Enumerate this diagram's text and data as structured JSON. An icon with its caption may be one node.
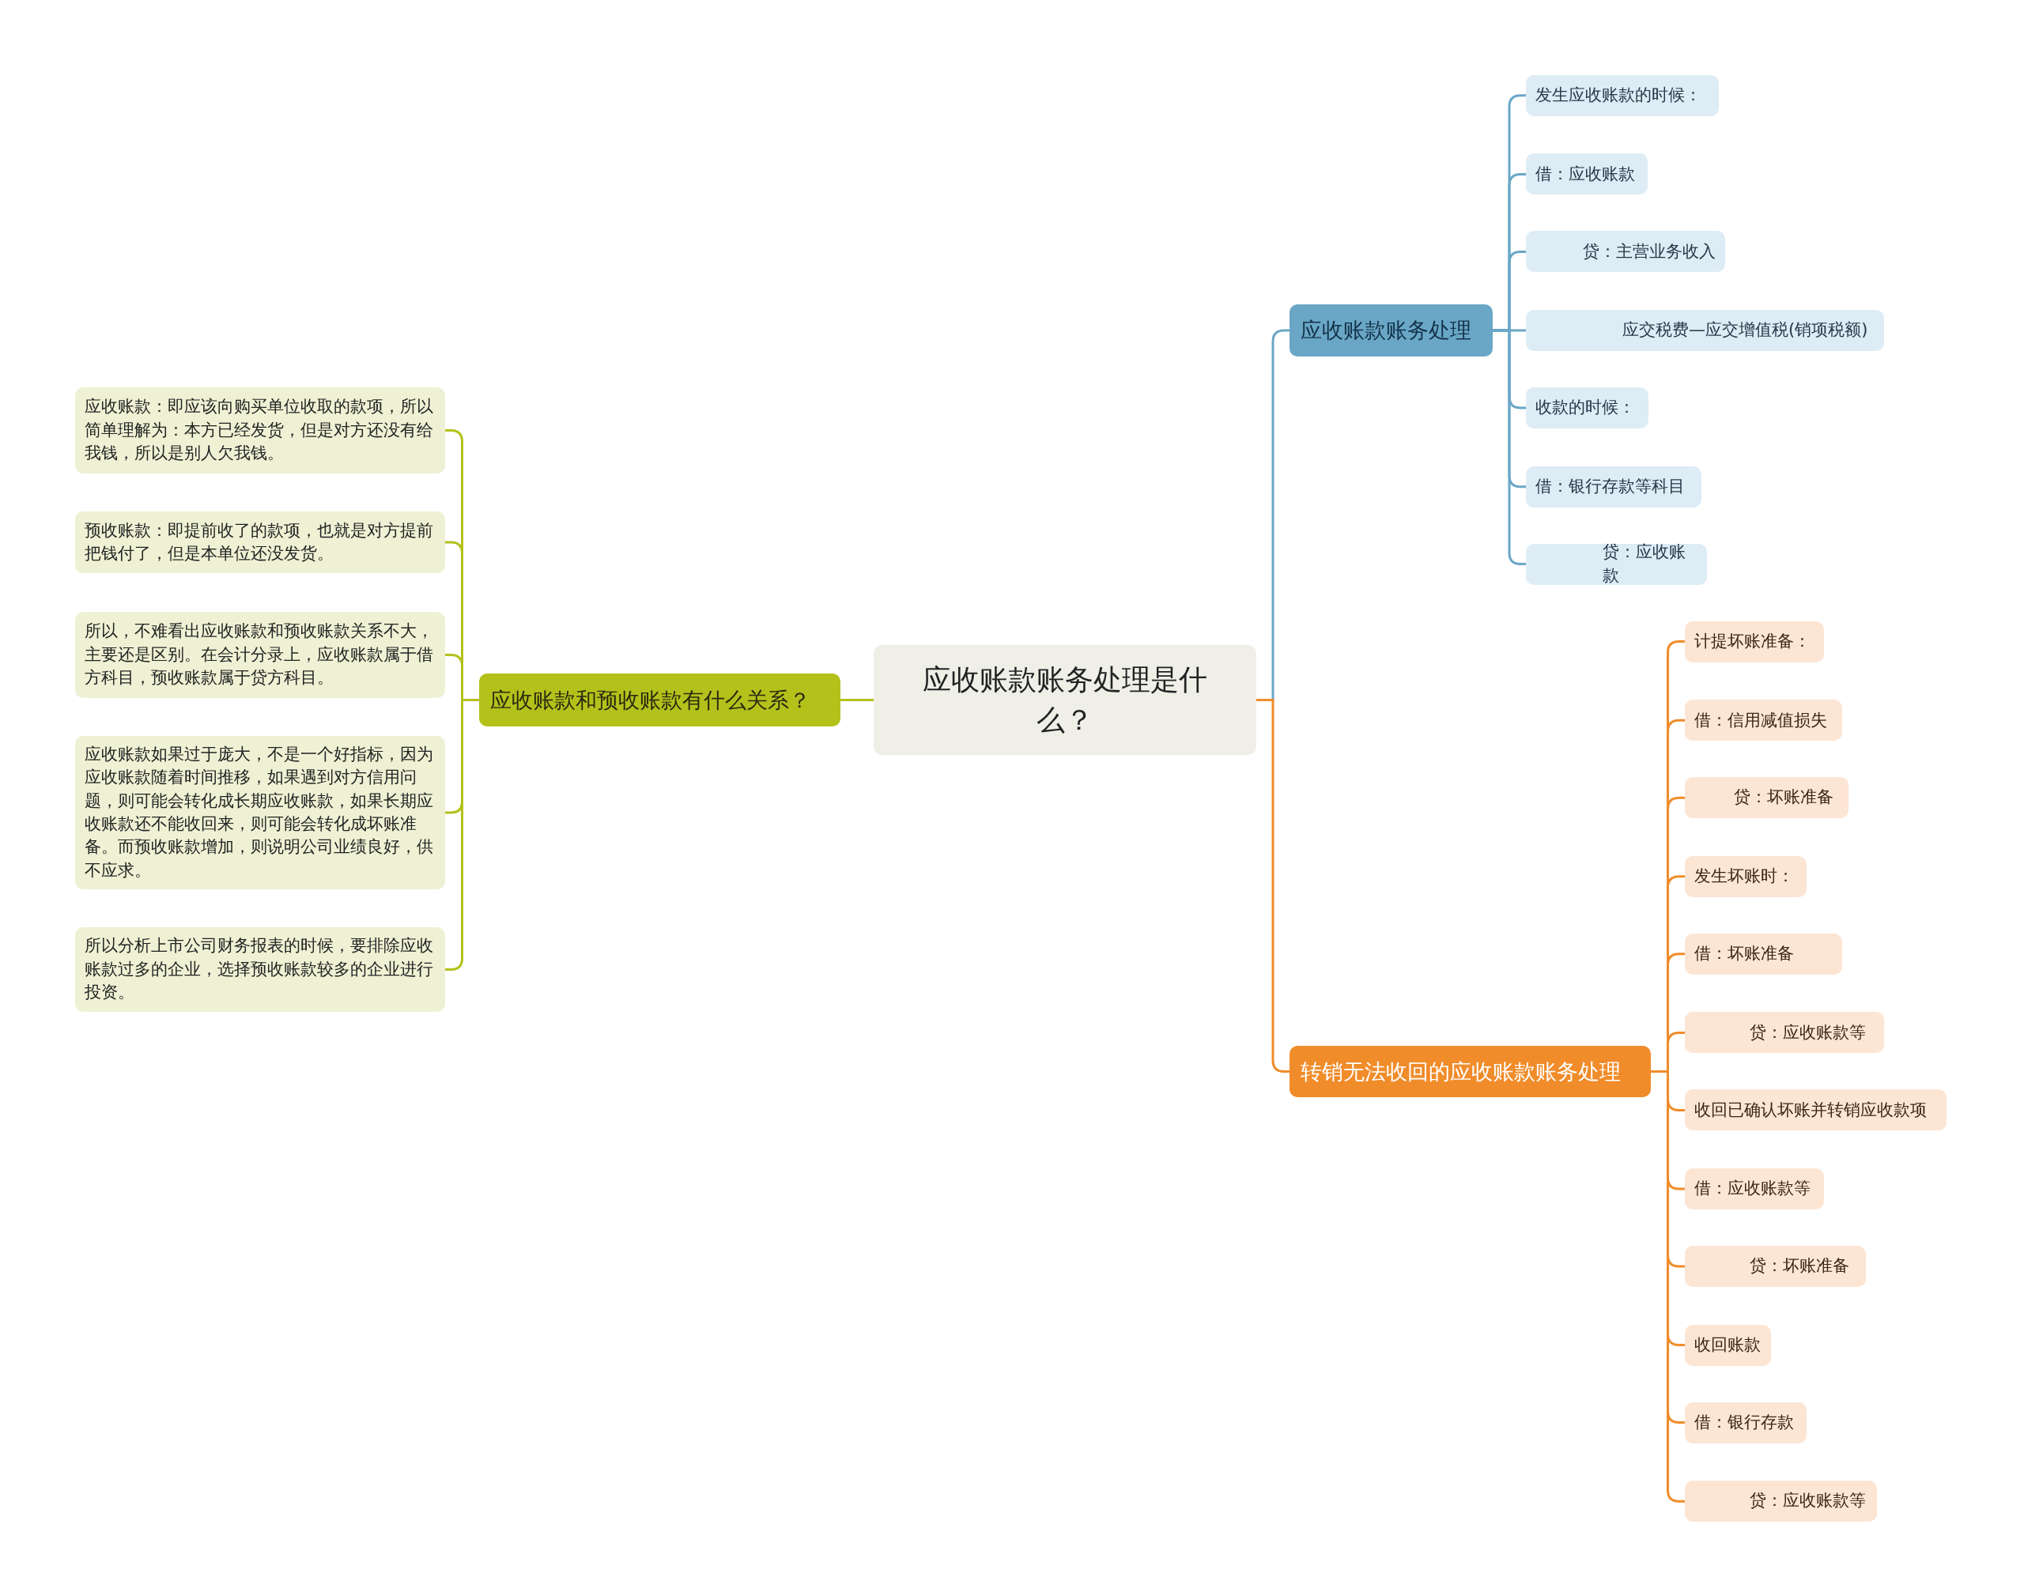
{
  "diagram": {
    "nodes": [
      {
        "text": [
          "应收账款账务处理是什么？"
        ]
      },
      {
        "text": [
          "应收账款和预收账款有什么关系？"
        ]
      },
      {
        "text": [
          "应收账款：即应该向购买单位收取的款项，所以简单理解为：本方已经发货，但是对方还没有给我钱，所以是别人欠我钱。"
        ]
      },
      {
        "text": [
          "预收账款：即提前收了的款项，也就是对方提前把钱付了，但是本单位还没发货。"
        ]
      },
      {
        "text": [
          "所以，不难看出应收账款和预收账款关系不大，主要还是区别。在会计分录上，应收账款属于借方科目，预收账款属于贷方科目。"
        ]
      },
      {
        "text": [
          "应收账款如果过于庞大，不是一个好指标，因为应收账款随着时间推移，如果遇到对方信用问题，则可能会转化成长期应收账款，如果长期应收账款还不能收回来，则可能会转化成坏账准备。而预收账款增加，则说明公司业绩良好，供不应求。"
        ]
      },
      {
        "text": [
          "所以分析上市公司财务报表的时候，要排除应收账款过多的企业，选择预收账款较多的企业进行投资。"
        ]
      },
      {
        "text": [
          "应收账款账务处理"
        ]
      },
      {
        "text": [
          "发生应收账款的时候："
        ]
      },
      {
        "text": [
          "借：应收账款"
        ]
      },
      {
        "text": [
          "贷：主营业务收入"
        ]
      },
      {
        "text": [
          "应交税费—应交增值税(销项税额)"
        ]
      },
      {
        "text": [
          "收款的时候："
        ]
      },
      {
        "text": [
          "借：银行存款等科目"
        ]
      },
      {
        "text": [
          "贷：应收账款"
        ]
      },
      {
        "text": [
          "转销无法收回的应收账款账务处理"
        ]
      },
      {
        "text": [
          "计提坏账准备："
        ]
      },
      {
        "text": [
          "借：信用减值损失"
        ]
      },
      {
        "text": [
          "贷：坏账准备"
        ]
      },
      {
        "text": [
          "发生坏账时："
        ]
      },
      {
        "text": [
          "借：坏账准备"
        ]
      },
      {
        "text": [
          "贷：应收账款等"
        ]
      },
      {
        "text": [
          "收回已确认坏账并转销应收款项"
        ]
      },
      {
        "text": [
          "借：应收账款等"
        ]
      },
      {
        "text": [
          "贷：坏账准备"
        ]
      },
      {
        "text": [
          "收回账款"
        ]
      },
      {
        "text": [
          "借：银行存款"
        ]
      },
      {
        "text": [
          "贷：应收账款等"
        ]
      }
    ],
    "edges": [
      {
        "from": 0,
        "to": 1,
        "arrow": "none",
        "color": "#b4c11b"
      },
      {
        "from": 1,
        "to": 2,
        "arrow": "none",
        "color": "#b4c11b"
      },
      {
        "from": 1,
        "to": 3,
        "arrow": "none",
        "color": "#b4c11b"
      },
      {
        "from": 1,
        "to": 4,
        "arrow": "none",
        "color": "#b4c11b"
      },
      {
        "from": 1,
        "to": 5,
        "arrow": "none",
        "color": "#b4c11b"
      },
      {
        "from": 1,
        "to": 6,
        "arrow": "none",
        "color": "#b4c11b"
      },
      {
        "from": 0,
        "to": 7,
        "arrow": "none",
        "color": "#6aa7c7"
      },
      {
        "from": 7,
        "to": 8,
        "arrow": "none",
        "color": "#6aa7c7"
      },
      {
        "from": 7,
        "to": 9,
        "arrow": "none",
        "color": "#6aa7c7"
      },
      {
        "from": 7,
        "to": 10,
        "arrow": "none",
        "color": "#6aa7c7"
      },
      {
        "from": 7,
        "to": 11,
        "arrow": "none",
        "color": "#6aa7c7"
      },
      {
        "from": 7,
        "to": 12,
        "arrow": "none",
        "color": "#6aa7c7"
      },
      {
        "from": 7,
        "to": 13,
        "arrow": "none",
        "color": "#6aa7c7"
      },
      {
        "from": 7,
        "to": 14,
        "arrow": "none",
        "color": "#6aa7c7"
      },
      {
        "from": 0,
        "to": 15,
        "arrow": "none"
      },
      {
        "from": 15,
        "to": 16,
        "arrow": "none"
      },
      {
        "from": 15,
        "to": 17,
        "arrow": "none"
      },
      {
        "from": 15,
        "to": 18,
        "arrow": "none"
      },
      {
        "from": 15,
        "to": 19,
        "arrow": "none"
      },
      {
        "from": 15,
        "to": 20,
        "arrow": "none"
      },
      {
        "from": 15,
        "to": 21,
        "arrow": "none"
      },
      {
        "from": 15,
        "to": 22,
        "arrow": "none"
      },
      {
        "from": 15,
        "to": 23,
        "arrow": "none"
      },
      {
        "from": 15,
        "to": 24,
        "arrow": "none"
      },
      {
        "from": 15,
        "to": 25,
        "arrow": "none"
      },
      {
        "from": 15,
        "to": 26,
        "arrow": "none"
      },
      {
        "from": 15,
        "to": 27,
        "arrow": "none"
      }
    ]
  }
}
